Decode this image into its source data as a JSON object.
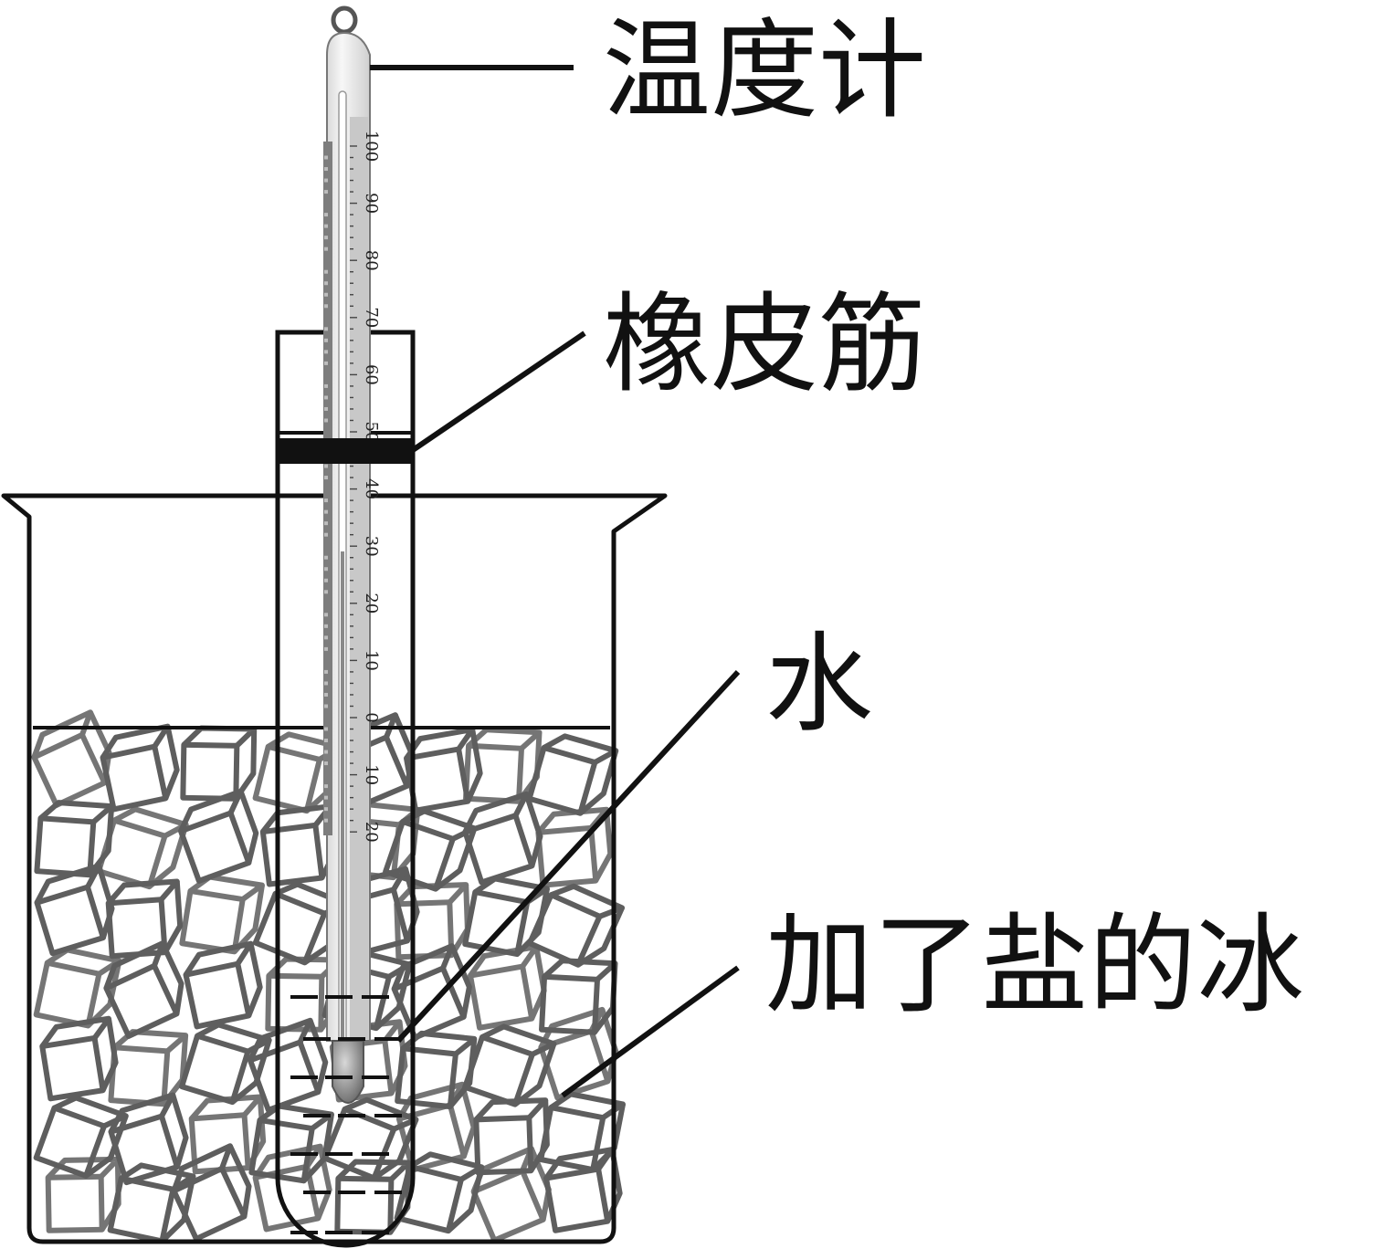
{
  "labels": {
    "thermometer": "温度计",
    "rubber_band": "橡皮筋",
    "water": "水",
    "salted_ice": "加了盐的冰"
  },
  "thermometer_scale": {
    "upper": [
      "100",
      "90",
      "80",
      "70",
      "60",
      "50",
      "40",
      "30",
      "20",
      "10",
      "0"
    ],
    "lower": [
      "10",
      "20"
    ]
  },
  "colors": {
    "line": "#111111",
    "ice": "#5e5e5e",
    "glass": "#e6e6e6",
    "scale_strip": "#c8c8c8",
    "column": "#8a8a8a"
  }
}
